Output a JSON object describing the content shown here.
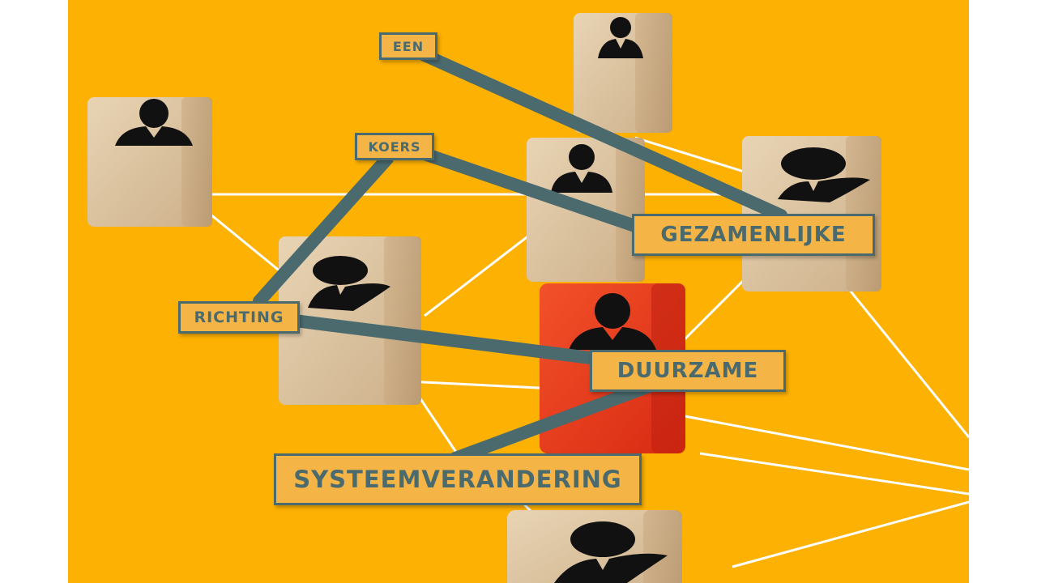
{
  "image": {
    "description_free": true,
    "colors": {
      "background": "#fdb103",
      "network_line": "#ffffff",
      "connector": "#4b6a6e",
      "label_fill": "#f4b446",
      "label_text": "#4b6a6e",
      "cube_wood": "#dcc3a0",
      "cube_highlight": "#ee3b1e",
      "person_icon": "#111111"
    },
    "labels": [
      {
        "id": "een",
        "text": "EEN"
      },
      {
        "id": "koers",
        "text": "KOERS"
      },
      {
        "id": "gezamenlijke",
        "text": "GEZAMENLIJKE"
      },
      {
        "id": "richting",
        "text": "RICHTING"
      },
      {
        "id": "duurzame",
        "text": "DUURZAME"
      },
      {
        "id": "systeemverandering",
        "text": "SYSTEEMVERANDERING"
      }
    ],
    "icons": [
      "person-icon"
    ]
  }
}
